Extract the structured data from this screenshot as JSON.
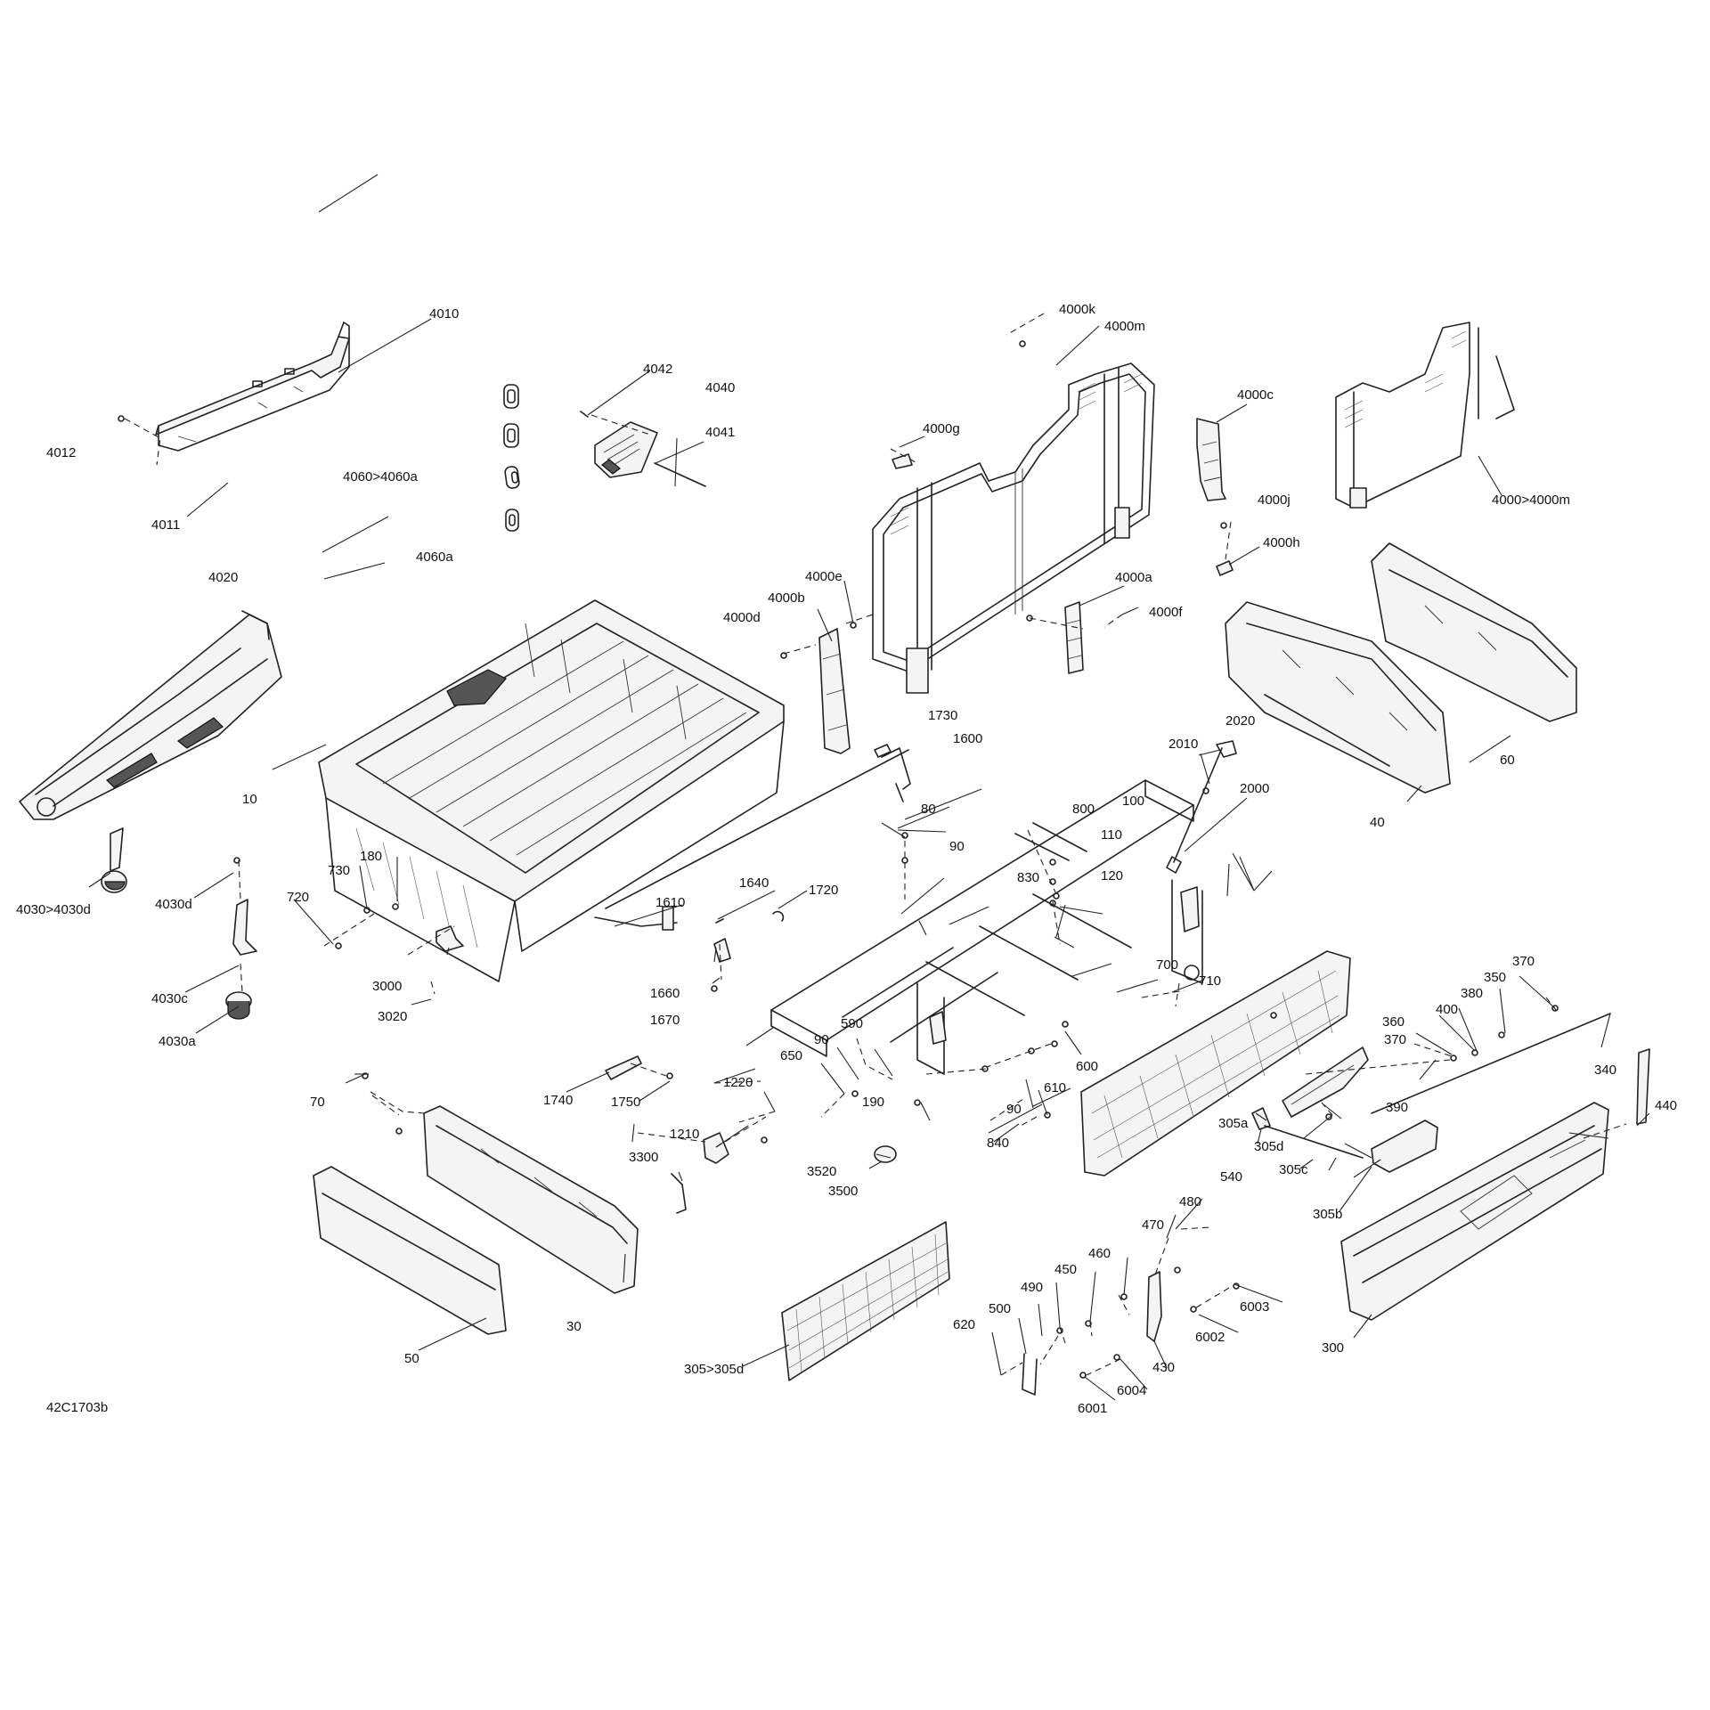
{
  "diagram_ref": "42C1703b",
  "callouts": {
    "c4010": "4010",
    "c4012": "4012",
    "c4011": "4011",
    "c4042": "4042",
    "c4040": "4040",
    "c4041": "4041",
    "c4060r": "4060>4060a",
    "c4060a": "4060a",
    "c4000k": "4000k",
    "c4000m": "4000m",
    "c4000g": "4000g",
    "c4000c": "4000c",
    "c4000j": "4000j",
    "c4000h": "4000h",
    "c4000r": "4000>4000m",
    "c4000e": "4000e",
    "c4000b": "4000b",
    "c4000d": "4000d",
    "c4000a": "4000a",
    "c4000f": "4000f",
    "c4020": "4020",
    "c10": "10",
    "c60": "60",
    "c40": "40",
    "c1730": "1730",
    "c1600": "1600",
    "c2010": "2010",
    "c2020": "2020",
    "c2000": "2000",
    "c80": "80",
    "c800": "800",
    "c100": "100",
    "c90a": "90",
    "c110": "110",
    "c830": "830",
    "c120": "120",
    "c4030r": "4030>4030d",
    "c4030d": "4030d",
    "c730": "730",
    "c180": "180",
    "c720": "720",
    "c1610": "1610",
    "c1640": "1640",
    "c1720": "1720",
    "c3000": "3000",
    "c1660": "1660",
    "c3020": "3020",
    "c1670": "1670",
    "c4030c": "4030c",
    "c4030a": "4030a",
    "c700": "700",
    "c710": "710",
    "c370a": "370",
    "c350": "350",
    "c380": "380",
    "c400": "400",
    "c360": "360",
    "c370b": "370",
    "c340": "340",
    "c590": "590",
    "c90b": "90",
    "c650": "650",
    "c600": "600",
    "c1220": "1220",
    "c190": "190",
    "c610": "610",
    "c90c": "90",
    "c1740": "1740",
    "c1750": "1750",
    "c70": "70",
    "c1210": "1210",
    "c840": "840",
    "c305a": "305a",
    "c390": "390",
    "c440": "440",
    "c305d": "305d",
    "c305c": "305c",
    "c3300": "3300",
    "c3520": "3520",
    "c3500": "3500",
    "c540": "540",
    "c305b": "305b",
    "c480": "480",
    "c470": "470",
    "c460": "460",
    "c450": "450",
    "c490": "490",
    "c6003": "6003",
    "c500": "500",
    "c6002": "6002",
    "c620": "620",
    "c430": "430",
    "c6004": "6004",
    "c6001": "6001",
    "c30": "30",
    "c50": "50",
    "c305r": "305>305d",
    "c300": "300"
  }
}
